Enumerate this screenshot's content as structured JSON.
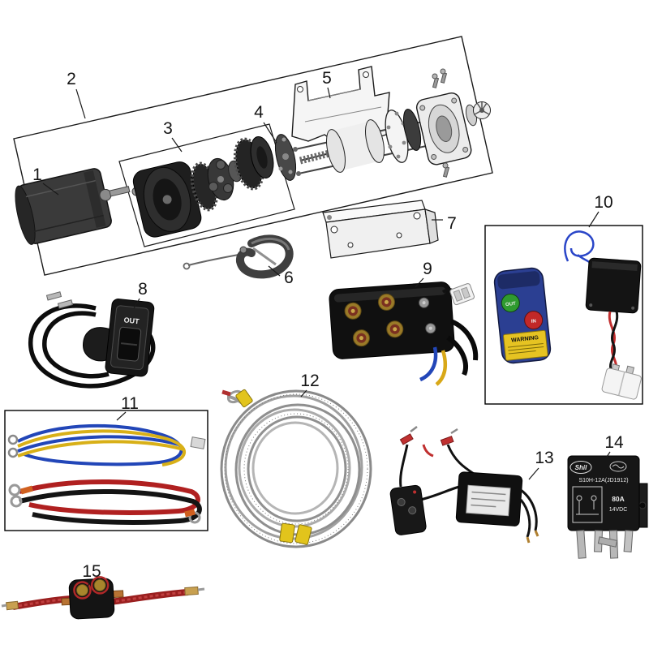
{
  "callouts": [
    "1",
    "2",
    "3",
    "4",
    "5",
    "6",
    "7",
    "8",
    "9",
    "10",
    "11",
    "12",
    "13",
    "14",
    "15"
  ],
  "labels": {
    "switch_out": "OUT",
    "remote_out": "OUT",
    "remote_in": "IN",
    "remote_warning": "WARNING",
    "relay_brand": "Shil",
    "relay_model": "S10H-12A(JD1912)",
    "relay_amp": "80A",
    "relay_volt": "14VDC"
  },
  "colors": {
    "wire_blue": "#2246b8",
    "wire_yellow": "#d8b018",
    "wire_red": "#b02020",
    "wire_black": "#141414",
    "cable_band_yellow": "#e2c41c",
    "remote_body_blue": "#2b3f92",
    "button_green": "#2f9a2f",
    "button_red": "#c22828",
    "stud_brass": "#a8852c"
  }
}
